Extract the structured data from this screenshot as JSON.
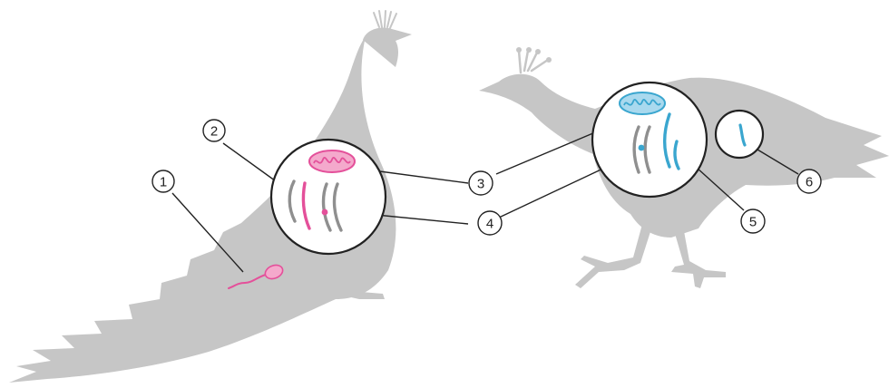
{
  "colors": {
    "silhouette": "#c6c6c6",
    "paternal_accent": "#e4509a",
    "paternal_fill": "#f4a9cc",
    "maternal_accent": "#3aa6cf",
    "maternal_fill": "#a9d9ee",
    "chromosome_gray": "#8f8f8f",
    "outline": "#222222",
    "circle_fill": "#ffffff"
  },
  "callouts": [
    {
      "label": "1"
    },
    {
      "label": "2"
    },
    {
      "label": "3"
    },
    {
      "label": "4"
    },
    {
      "label": "5"
    },
    {
      "label": "6"
    }
  ]
}
